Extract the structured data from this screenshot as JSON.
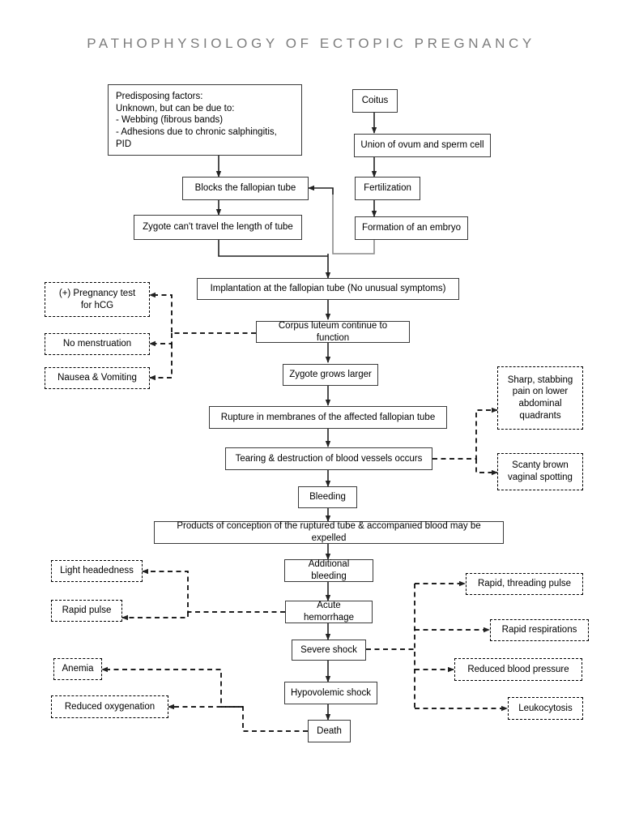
{
  "page": {
    "title": "PATHOPHYSIOLOGY OF ECTOPIC PREGNANCY",
    "background": "#ffffff",
    "title_color": "#7d7d7d",
    "box_border_color": "#3a3a3a",
    "dashed_border_color": "#000000"
  },
  "nodes": {
    "predisposing": {
      "line1": "Predisposing factors:",
      "line2": "Unknown, but can be due to:",
      "line3": "- Webbing (fibrous bands)",
      "line4": "- Adhesions due to chronic salphingitis, PID"
    },
    "coitus": "Coitus",
    "union": "Union of ovum and sperm cell",
    "fertilization": "Fertilization",
    "embryo": "Formation of an embryo",
    "blocks": "Blocks the fallopian tube",
    "zygote_travel": "Zygote can't travel the length of tube",
    "implantation": "Implantation at the fallopian tube (No unusual symptoms)",
    "corpus_luteum": "Corpus luteum continue to function",
    "zygote_larger": "Zygote grows larger",
    "rupture": "Rupture in membranes of the affected fallopian tube",
    "tearing": "Tearing & destruction of blood vessels occurs",
    "bleeding": "Bleeding",
    "products": "Products of conception of the ruptured tube & accompanied blood may be expelled",
    "additional_bleeding": "Additional bleeding",
    "acute_hemorrhage": "Acute hemorrhage",
    "severe_shock": "Severe shock",
    "hypovolemic_shock": "Hypovolemic shock",
    "death": "Death"
  },
  "symptoms": {
    "pregnancy_test_l1": "(+) Pregnancy test",
    "pregnancy_test_l2": "for hCG",
    "no_menstruation": "No menstruation",
    "nausea_vomiting": "Nausea & Vomiting",
    "sharp_pain_l1": "Sharp, stabbing",
    "sharp_pain_l2": "pain on lower",
    "sharp_pain_l3": "abdominal",
    "sharp_pain_l4": "quadrants",
    "scanty_brown_l1": "Scanty brown",
    "scanty_brown_l2": "vaginal spotting",
    "light_headedness": "Light headedness",
    "rapid_pulse": "Rapid pulse",
    "anemia": "Anemia",
    "reduced_oxygenation": "Reduced oxygenation",
    "rapid_threading_pulse": "Rapid, threading pulse",
    "rapid_respirations": "Rapid respirations",
    "reduced_blood_pressure": "Reduced blood pressure",
    "leukocytosis": "Leukocytosis"
  }
}
